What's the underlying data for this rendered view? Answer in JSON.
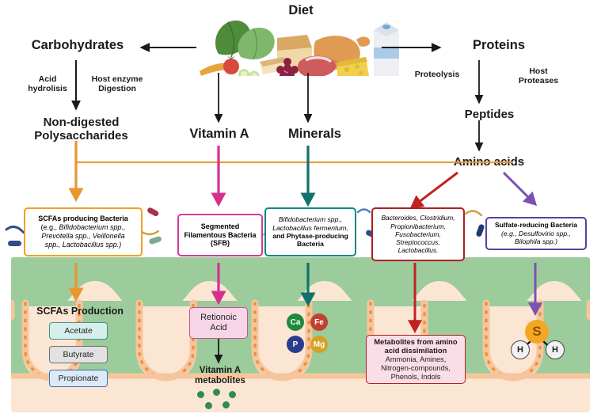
{
  "title": "Diet to gut microbiota metabolism pathway diagram",
  "nodes": {
    "diet": "Diet",
    "carbohydrates": "Carbohydrates",
    "proteins": "Proteins",
    "vitamin_a": "Vitamin A",
    "minerals": "Minerals",
    "non_digested": "Non-digested\nPolysaccharides",
    "peptides": "Peptides",
    "amino_acids": "Amino acids"
  },
  "edge_labels": {
    "acid_hydrolysis": "Acid\nhydrolisis",
    "host_enzyme": "Host enzyme\nDigestion",
    "proteolysis": "Proteolysis",
    "host_proteases": "Host\nProteases"
  },
  "bacteria_boxes": [
    {
      "id": "scfa-producing-bacteria",
      "border": "#F0A02A",
      "fill": "#ffffff",
      "lines": [
        {
          "text": "SCFAs producing Bacteria",
          "bold": true,
          "italic": false
        },
        {
          "text": "(e.g., ",
          "bold": false,
          "italic": false,
          "inline": true
        },
        {
          "text": "Bifidobacterium spp.,",
          "bold": false,
          "italic": true,
          "inline": true
        },
        {
          "text": "Prevotella spp., Veillonella",
          "bold": false,
          "italic": true
        },
        {
          "text": "spp., Lactobacillus spp.)",
          "bold": false,
          "italic": true
        }
      ]
    },
    {
      "id": "segmented-filamentous-bacteria",
      "border": "#D63A96",
      "fill": "#ffffff",
      "lines": [
        {
          "text": "Segmented",
          "bold": true,
          "italic": false
        },
        {
          "text": "Filamentous Bacteria",
          "bold": true,
          "italic": false
        },
        {
          "text": "(SFB)",
          "bold": true,
          "italic": false
        }
      ]
    },
    {
      "id": "phytase-producing-bacteria",
      "border": "#12897F",
      "fill": "#ffffff",
      "lines": [
        {
          "text": "Bifidobacterium spp.,",
          "bold": false,
          "italic": true
        },
        {
          "text": "Lactobacillus fermentum,",
          "bold": false,
          "italic": true
        },
        {
          "text": "and Phytase-producing",
          "bold": true,
          "italic": false
        },
        {
          "text": "Bacteria",
          "bold": true,
          "italic": false
        }
      ]
    },
    {
      "id": "amino-acid-fermenting-bacteria",
      "border": "#B01F24",
      "fill": "#ffffff",
      "lines": [
        {
          "text": "Bacteroides, Clostridium,",
          "bold": false,
          "italic": true
        },
        {
          "text": "Propionibacterium,",
          "bold": false,
          "italic": true
        },
        {
          "text": "Fusobacterium,",
          "bold": false,
          "italic": true
        },
        {
          "text": "Streptococcus,",
          "bold": false,
          "italic": true
        },
        {
          "text": "Lactobacillus.",
          "bold": false,
          "italic": true
        }
      ]
    },
    {
      "id": "sulfate-reducing-bacteria",
      "border": "#5B3FA0",
      "fill": "#ffffff",
      "lines": [
        {
          "text": "Sulfate-reducing Bacteria",
          "bold": true,
          "italic": false
        },
        {
          "text": "(e.g., Desulfovirio spp.,",
          "bold": false,
          "italic": true
        },
        {
          "text": "Bilophila spp.)",
          "bold": false,
          "italic": true
        }
      ]
    }
  ],
  "scfa": {
    "heading": "SCFAs Production",
    "items": [
      {
        "label": "Acetate",
        "fill": "#D6EFEA",
        "border": "#4A8F86"
      },
      {
        "label": "Butyrate",
        "fill": "#E2E2E2",
        "border": "#6E6E6E"
      },
      {
        "label": "Propionate",
        "fill": "#DCEAF7",
        "border": "#3D6FA8"
      }
    ]
  },
  "vitamin_a_path": {
    "box_label": "Retionoic\nAcid",
    "box_fill": "#F6D6E6",
    "box_border": "#C25398",
    "product": "Vitamin A\nmetabolites",
    "dot_color": "#2e8b57",
    "dot_count": 5
  },
  "minerals": [
    {
      "symbol": "Ca",
      "color": "#1E8A3C"
    },
    {
      "symbol": "Fe",
      "color": "#C0412F"
    },
    {
      "symbol": "P",
      "color": "#2A3C8F"
    },
    {
      "symbol": "Mg",
      "color": "#D2A324"
    }
  ],
  "metabolites_box": {
    "heading": "Metabolites from amino\nacid dissimilation",
    "body": "Ammonia, Amines,\nNitrogen-compounds,\nPhenols, Indols",
    "fill": "#FBDDE7",
    "border": "#B01F24"
  },
  "h2s": {
    "sulfur": "S",
    "hydrogen_left": "H",
    "hydrogen_right": "H",
    "sulfur_color": "#F5A623",
    "hydrogen_fill": "#F2F2F2"
  },
  "colors": {
    "arrow_black": "#1a1a1a",
    "orange": "#E8962E",
    "magenta": "#D6308F",
    "teal": "#11726C",
    "red": "#C0231F",
    "purple": "#7B52B3",
    "epithelium": "#9CCB9C",
    "lumen": "#FBE6D4",
    "brush_border": "#F7C59B",
    "brush_dot": "#E8913F"
  }
}
